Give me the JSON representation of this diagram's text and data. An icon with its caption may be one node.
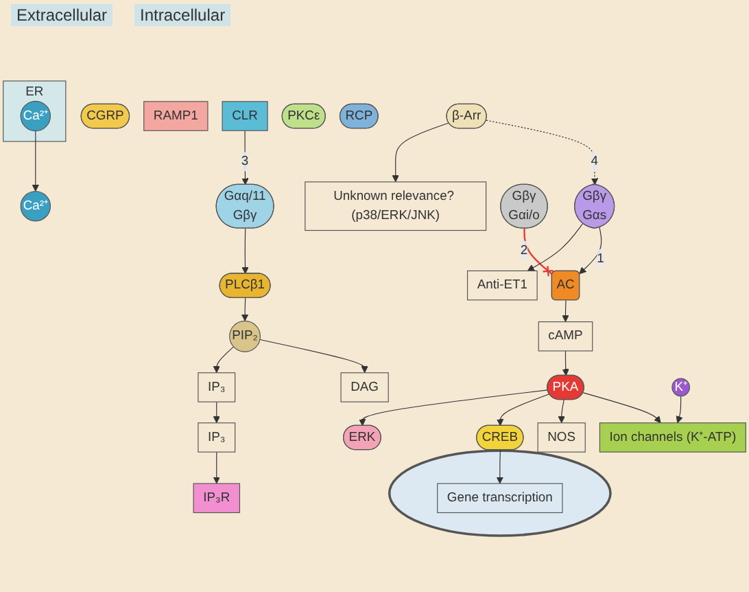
{
  "diagram": {
    "nodes": [
      {
        "text": [
          "CGRP"
        ]
      },
      {
        "text": [
          "RAMP1"
        ]
      },
      {
        "text": [
          "CLR"
        ]
      },
      {
        "text": [
          "Gαq/11",
          "Gβγ"
        ]
      },
      {
        "text": [
          "PLCβ1"
        ]
      },
      {
        "text": [
          "PIP₂"
        ]
      },
      {
        "text": [
          "DAG"
        ]
      },
      {
        "text": [
          "PKCε"
        ]
      },
      {
        "text": [
          "IP₃"
        ]
      },
      {
        "text": [
          "IP₃"
        ]
      },
      {
        "text": [
          "IP₃R"
        ]
      },
      {
        "text": [
          "Ca²⁺"
        ]
      },
      {
        "text": [
          "ER"
        ]
      },
      {
        "text": [
          "Ca²⁺"
        ],
        "in": 12
      },
      {
        "text": [
          "RCP"
        ]
      },
      {
        "text": [
          "Gβγ",
          "Gαs"
        ]
      },
      {
        "text": [
          "AC"
        ]
      },
      {
        "text": [
          "Gβγ",
          "Gαi/o"
        ]
      },
      {
        "text": [
          "β-Arr"
        ]
      },
      {
        "text": [
          "Unknown relevance? (p38/ERK/JNK)"
        ]
      },
      {
        "text": [
          "Anti-ET1"
        ]
      },
      {
        "text": [
          "cAMP"
        ]
      },
      {
        "text": [
          "PKA"
        ]
      },
      {
        "text": [
          "NOS"
        ]
      },
      {
        "text": [
          "Ion channels (K⁺-ATP)"
        ]
      },
      {
        "text": [
          "K⁺"
        ]
      },
      {
        "text": [
          "CREB"
        ]
      },
      {
        "text": [
          "ERK"
        ]
      },
      {
        "text": [],
        "shape": "circle"
      },
      {
        "text": [
          "Gene transcription"
        ],
        "in": 28
      }
    ],
    "edges": [
      {
        "from": 2,
        "to": 3,
        "arrow": "to",
        "label": "3"
      },
      {
        "from": 3,
        "to": 4,
        "arrow": "to"
      },
      {
        "from": 4,
        "to": 5,
        "arrow": "to"
      },
      {
        "from": 5,
        "to": 6,
        "arrow": "to"
      },
      {
        "from": 5,
        "to": 8,
        "arrow": "to"
      },
      {
        "from": 8,
        "to": 9,
        "arrow": "to"
      },
      {
        "from": 9,
        "to": 10,
        "arrow": "to"
      },
      {
        "from": 13,
        "to": 11,
        "arrow": "to"
      },
      {
        "from": 15,
        "to": 16,
        "arrow": "to",
        "label": "1"
      },
      {
        "from": 17,
        "to": 16,
        "arrow": "other",
        "label": "2",
        "color": "#e53935"
      },
      {
        "from": 18,
        "to": 15,
        "arrow": "to",
        "label": "4",
        "style": "dashed"
      },
      {
        "from": 18,
        "to": 19,
        "arrow": "to"
      },
      {
        "from": 15,
        "to": 20,
        "arrow": "to"
      },
      {
        "from": 16,
        "to": 21,
        "arrow": "to"
      },
      {
        "from": 21,
        "to": 22,
        "arrow": "to"
      },
      {
        "from": 22,
        "to": 24,
        "arrow": "to"
      },
      {
        "from": 25,
        "to": 24,
        "arrow": "to"
      },
      {
        "from": 22,
        "to": 23,
        "arrow": "to"
      },
      {
        "from": 22,
        "to": 26,
        "arrow": "to"
      },
      {
        "from": 22,
        "to": 27,
        "arrow": "to"
      },
      {
        "from": 26,
        "to": 29,
        "arrow": "to"
      }
    ],
    "labels": [
      "Extracellular",
      "Intracellular"
    ]
  }
}
